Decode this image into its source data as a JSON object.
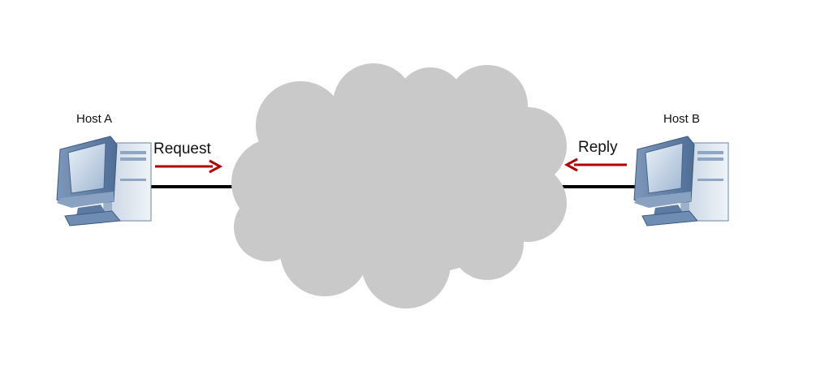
{
  "hosts": {
    "a": {
      "label": "Host A",
      "icon": "desktop-computer-icon"
    },
    "b": {
      "label": "Host B",
      "icon": "desktop-computer-icon"
    }
  },
  "messages": {
    "request": {
      "label": "Request",
      "direction": "host-a-to-network"
    },
    "reply": {
      "label": "Reply",
      "direction": "network-to-host-b"
    }
  },
  "network": {
    "icon": "cloud-icon"
  },
  "colors": {
    "cloud": "#c9c9c9",
    "link": "#000000",
    "arrow": "#b30000",
    "computer_body": "#5f7fa6",
    "computer_light": "#dde6f0",
    "screen": "#bfd0e4"
  }
}
